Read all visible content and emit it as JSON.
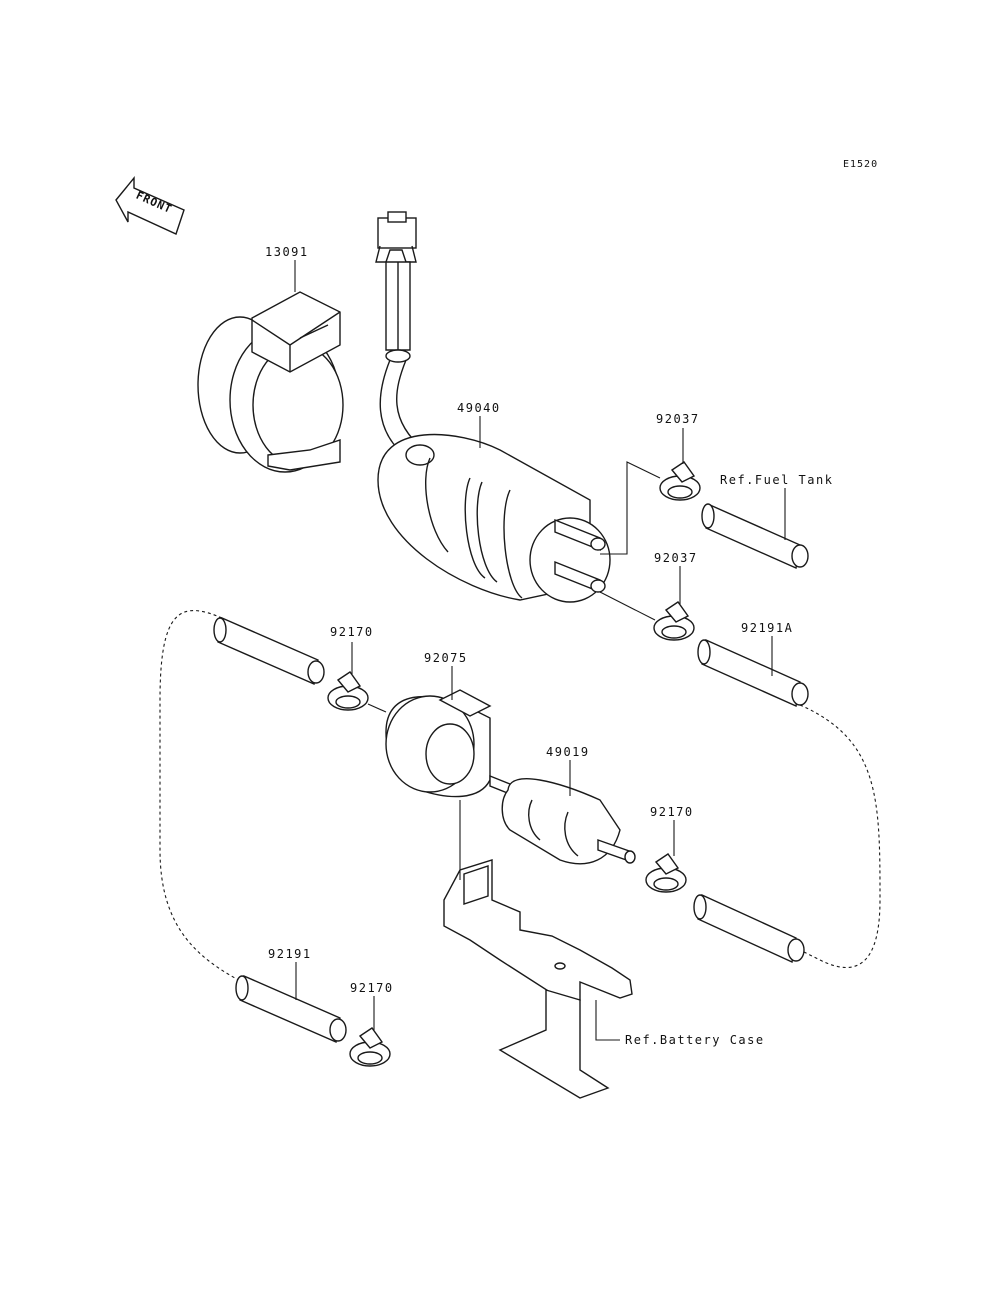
{
  "diagram_code": "E1520",
  "front_label": "FRONT",
  "parts": {
    "clamp_band": "13091",
    "fuel_pump": "49040",
    "hose_clamp_top": "92037",
    "hose_clamp_mid": "92037",
    "ref_fuel_tank": "Ref.Fuel Tank",
    "hose_92191a": "92191A",
    "clamp_left_top": "92170",
    "pump_holder": "92075",
    "fuel_filter": "49019",
    "clamp_right": "92170",
    "hose_92191": "92191",
    "clamp_left_bottom": "92170",
    "ref_battery_case": "Ref.Battery Case"
  }
}
